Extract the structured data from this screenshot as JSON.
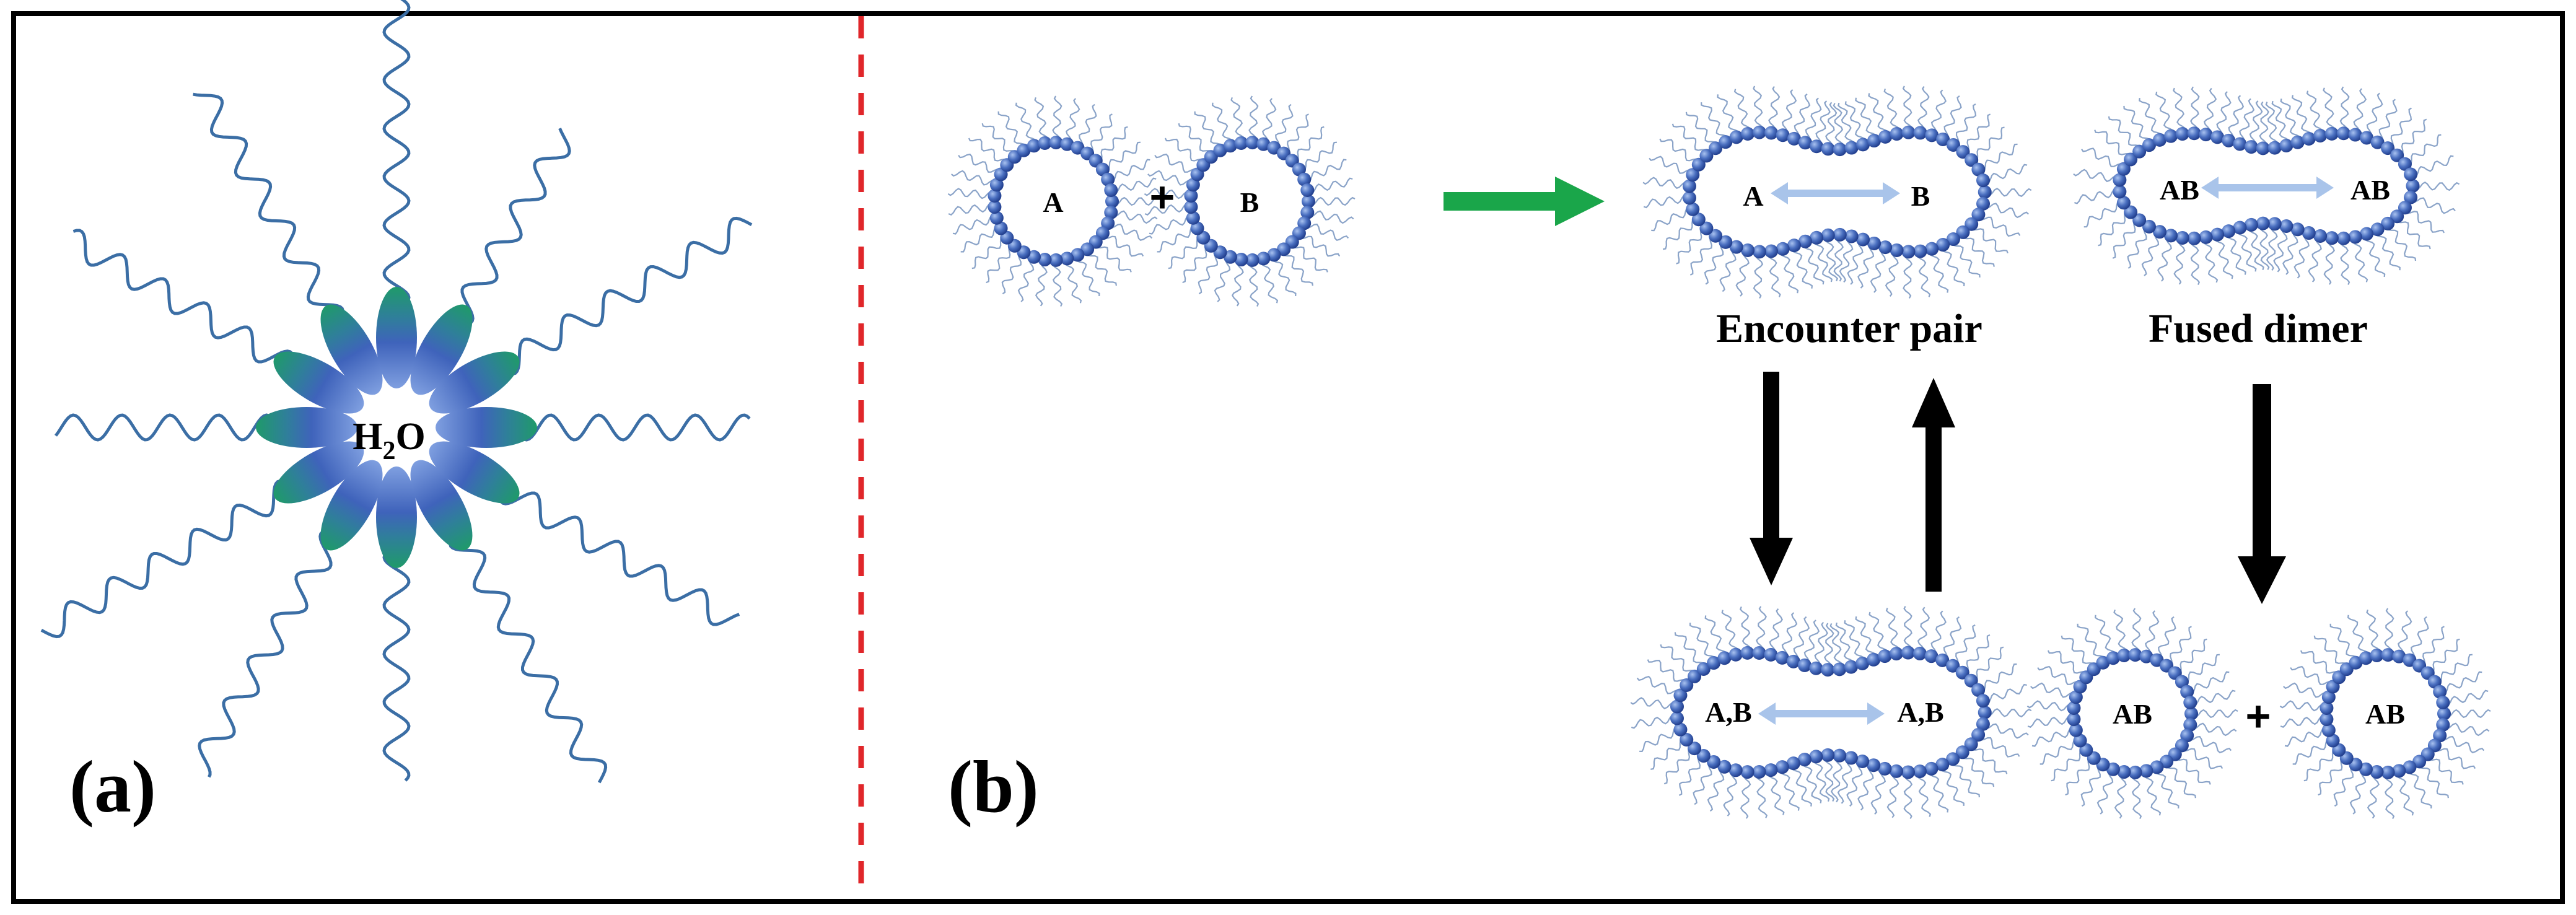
{
  "panel_a": {
    "label": "(a)",
    "core_label": {
      "main": "H",
      "sub": "2",
      "tail": "O"
    }
  },
  "panel_b": {
    "label": "(b)",
    "reactants": {
      "left": "A",
      "plus": "+",
      "right": "B"
    },
    "encounter_pair": {
      "caption": "Encounter pair",
      "left": "A",
      "right": "B"
    },
    "fused_dimer": {
      "caption": "Fused dimer",
      "left": "AB",
      "right": "AB"
    },
    "exchanged_pair": {
      "left": "A,B",
      "right": "A,B"
    },
    "products": {
      "left": "AB",
      "plus": "+",
      "right": "AB"
    }
  },
  "colors": {
    "frame": "#000000",
    "divider": "#e0262a",
    "tail": "#3b6ea5",
    "bead": "#4a6fc0",
    "head_green": "#1f9a6a",
    "reaction_arrow": "#1aa64a",
    "exchange_arrow": "#a9c4ea",
    "equilibrium_arrow": "#000000"
  }
}
